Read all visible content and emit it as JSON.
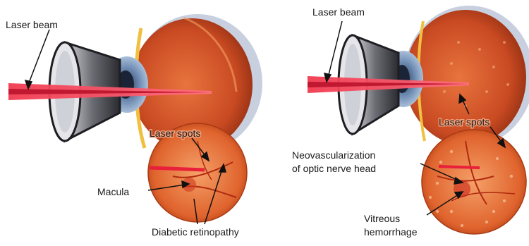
{
  "left_panel": {
    "laser_beam": "Laser beam",
    "laser_spots": "Laser spots",
    "macula": "Macula",
    "diabetic_retinopathy": "Diabetic retinopathy"
  },
  "right_panel": {
    "laser_beam": "Laser beam",
    "laser_spots": "Laser spots",
    "neovascularization_line1": "Neovascularization",
    "neovascularization_line2": "of optic nerve head",
    "vitreous_line1": "Vitreous",
    "vitreous_line2": "hemorrhage"
  },
  "colors": {
    "eye_orange": "#d8582a",
    "beam_red": "#e8203a",
    "lens_gray": "#3a3a40",
    "sclera": "#cfd6e6"
  }
}
